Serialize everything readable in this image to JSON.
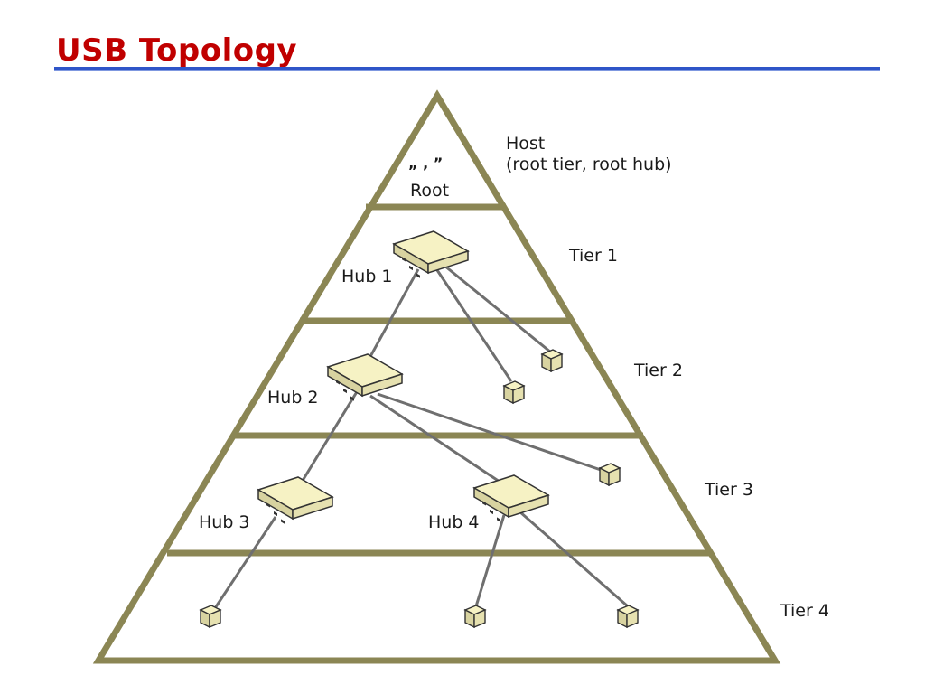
{
  "slide": {
    "title": "USB Topology"
  },
  "colors": {
    "title": "#c00000",
    "rule": "#2f55c8",
    "pyramid": "#8b8654",
    "cable": "#6f6f6f",
    "device": "#f3efbf"
  },
  "host": {
    "label": "Host",
    "sublabel": "(root tier, root hub)",
    "root_label": "Root",
    "root_glyphs": "„ , ”"
  },
  "tiers": [
    "Tier 1",
    "Tier 2",
    "Tier 3",
    "Tier 4"
  ],
  "hubs": [
    "Hub 1",
    "Hub 2",
    "Hub 3",
    "Hub 4"
  ],
  "icons": {
    "hub": "usb-hub-icon",
    "device": "usb-device-icon"
  }
}
